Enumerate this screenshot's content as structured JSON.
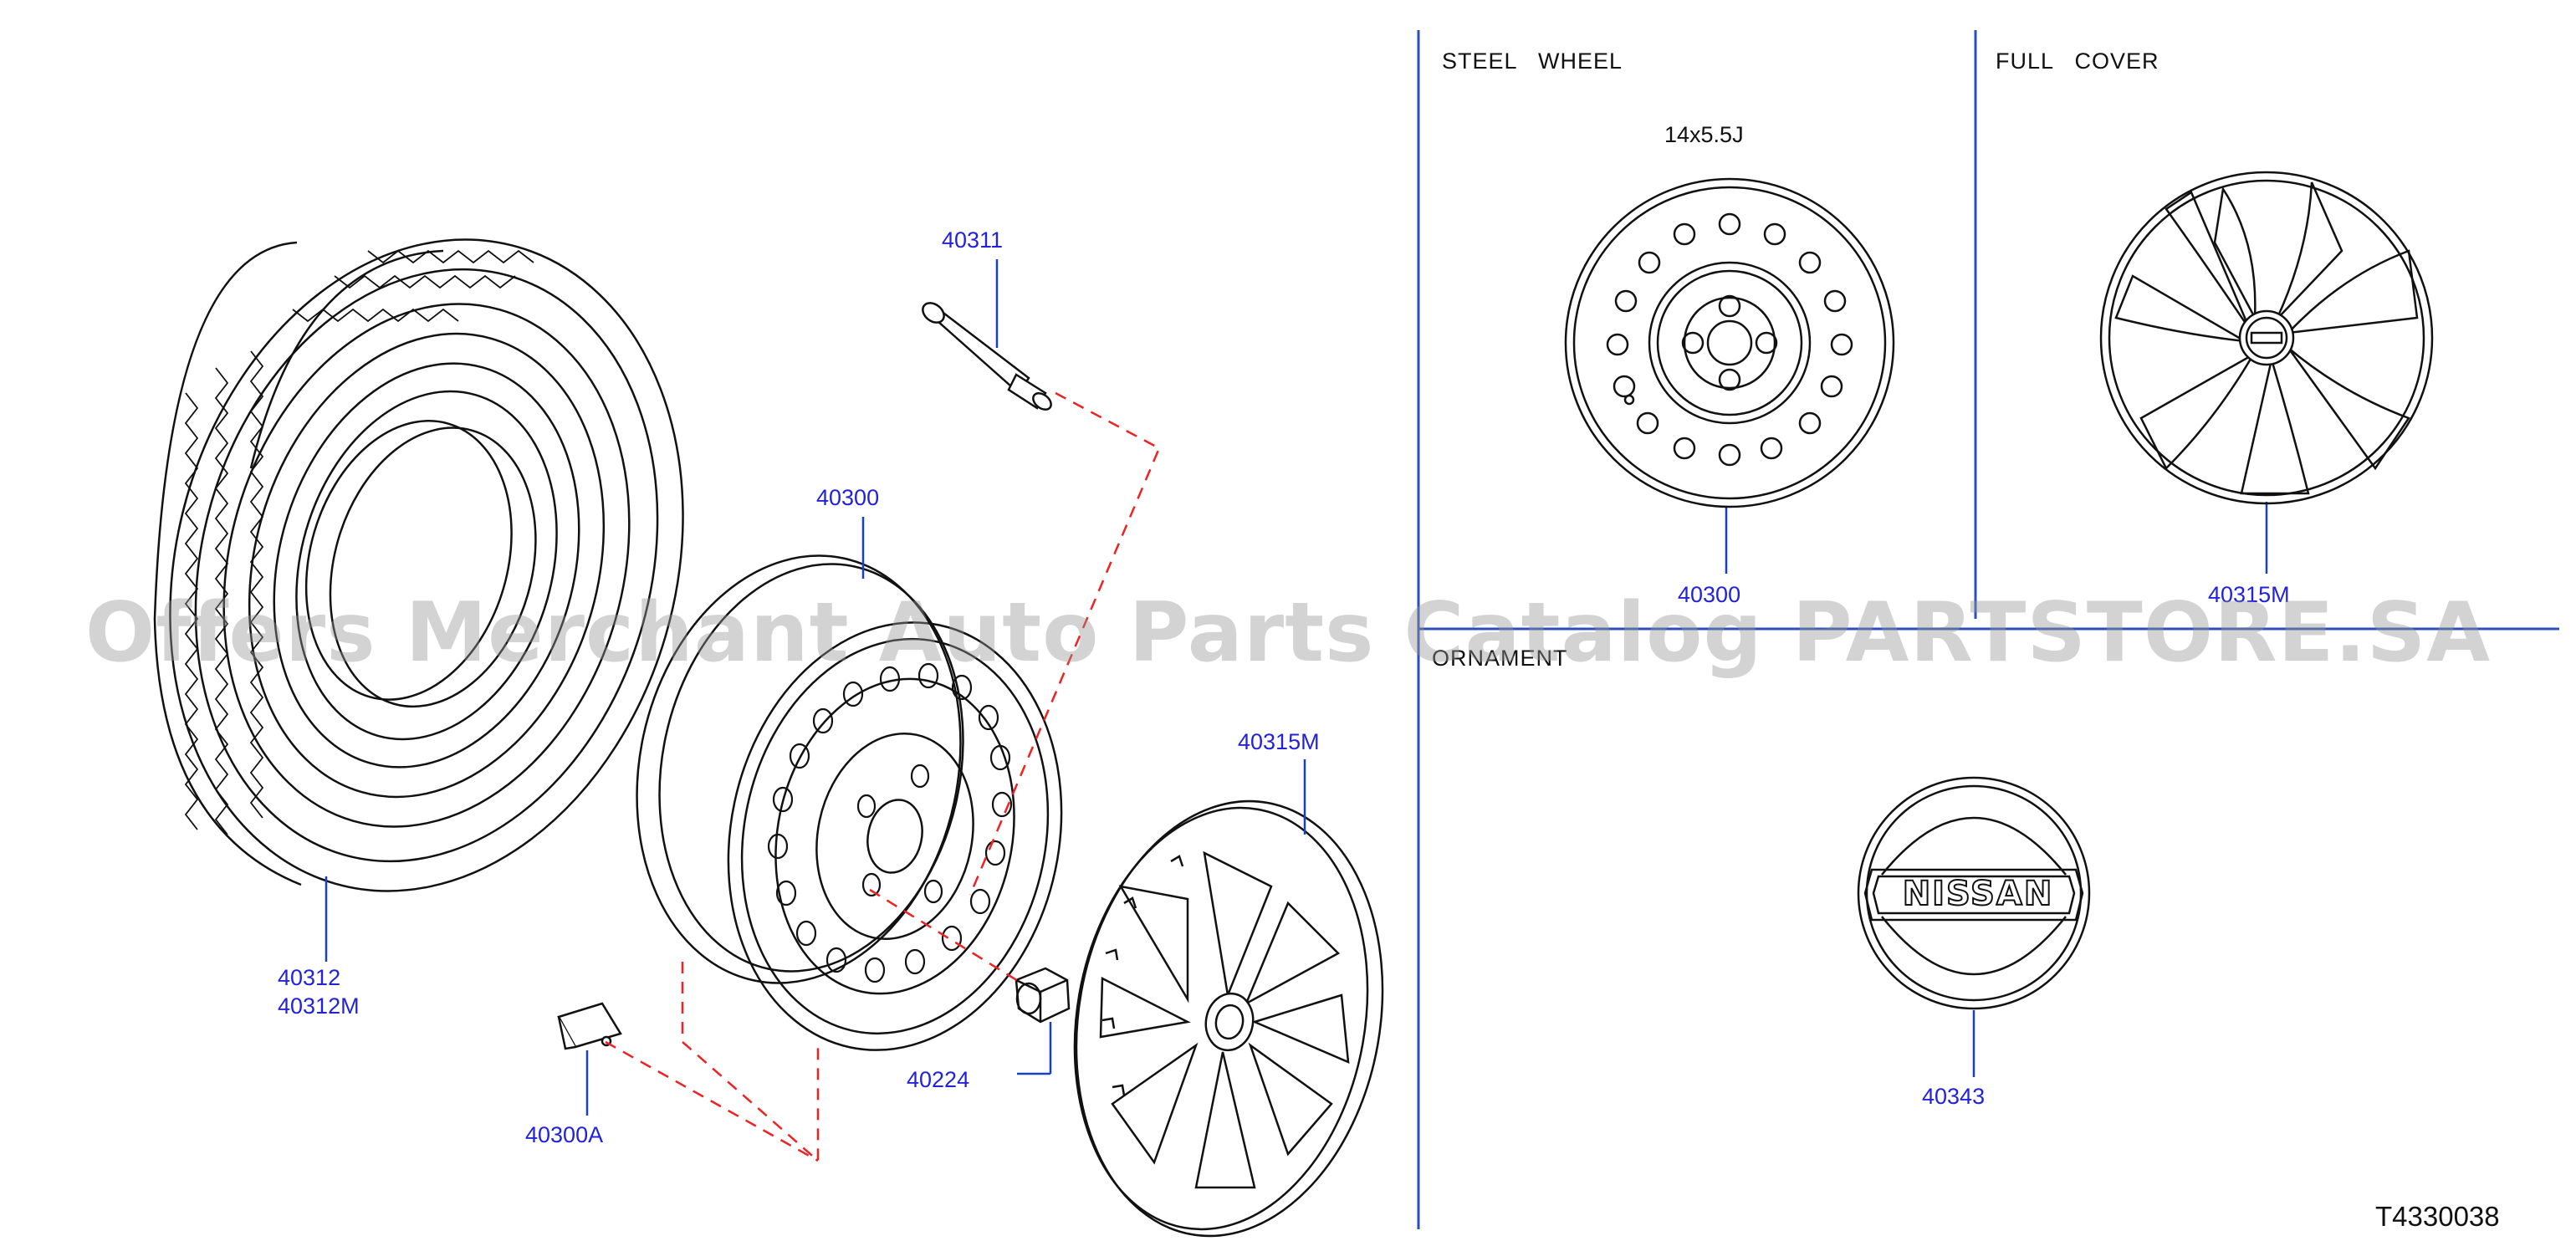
{
  "sections": {
    "steel_wheel": "STEEL   WHEEL",
    "full_cover": "FULL   COVER",
    "ornament": "ORNAMENT"
  },
  "spec": {
    "wheel_size": "14x5.5J"
  },
  "parts": {
    "valve": "40311",
    "wheel": "40300",
    "tire": "40312",
    "tire_alt": "40312M",
    "weight": "40300A",
    "nut": "40224",
    "cover": "40315M",
    "steel_wheel_view": "40300",
    "cover_view": "40315M",
    "ornament_view": "40343"
  },
  "brand": {
    "logo_text": "NISSAN"
  },
  "diagram_code": "T4330038",
  "watermark": "Offers Merchant Auto Parts Catalog PARTSTORE.SA",
  "colors": {
    "callout": "#2222dd",
    "leader": "#1a3fcc",
    "dashed": "#ee2222",
    "line": "#111111",
    "divider": "#2b4fb8"
  }
}
